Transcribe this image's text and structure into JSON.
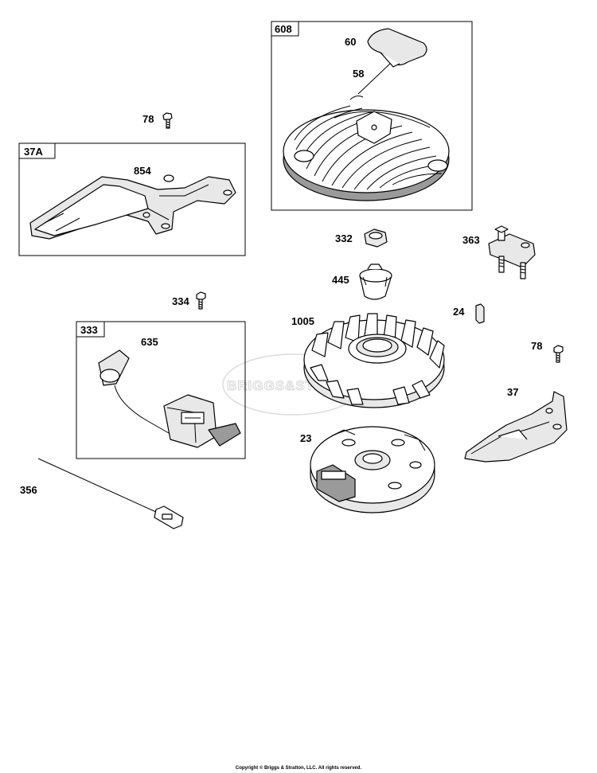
{
  "diagram": {
    "watermark": "BRIGGS&STRATTON",
    "copyright": "Copyright © Briggs & Stratton, LLC. All rights reserved.",
    "boxes": [
      {
        "id": "box-608",
        "label": "608"
      },
      {
        "id": "box-37a",
        "label": "37A"
      },
      {
        "id": "box-333",
        "label": "333"
      }
    ],
    "callouts": [
      {
        "id": "60",
        "label": "60"
      },
      {
        "id": "58",
        "label": "58"
      },
      {
        "id": "78-top",
        "label": "78"
      },
      {
        "id": "854",
        "label": "854"
      },
      {
        "id": "332",
        "label": "332"
      },
      {
        "id": "363",
        "label": "363"
      },
      {
        "id": "445",
        "label": "445"
      },
      {
        "id": "334",
        "label": "334"
      },
      {
        "id": "24",
        "label": "24"
      },
      {
        "id": "1005",
        "label": "1005"
      },
      {
        "id": "635",
        "label": "635"
      },
      {
        "id": "78-right",
        "label": "78"
      },
      {
        "id": "37",
        "label": "37"
      },
      {
        "id": "23",
        "label": "23"
      },
      {
        "id": "356",
        "label": "356"
      }
    ]
  }
}
